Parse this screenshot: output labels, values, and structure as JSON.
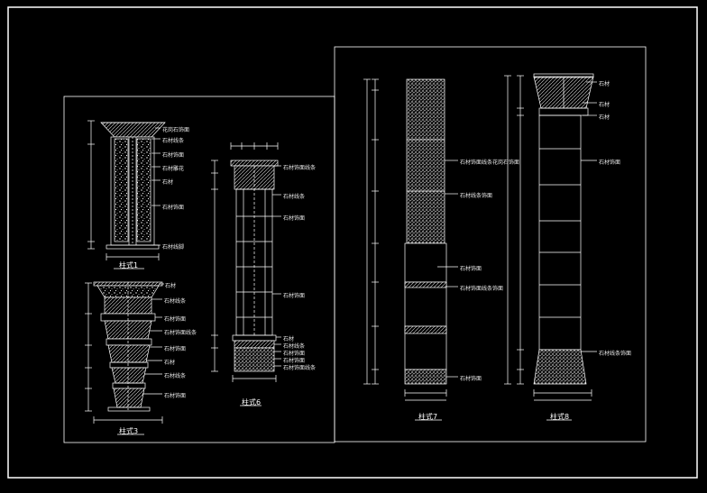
{
  "drawing": {
    "captions": {
      "col1": "柱式1",
      "col3": "柱式3",
      "col6": "柱式6",
      "col7": "柱式7",
      "col8": "柱式8"
    },
    "notes": {
      "col1": [
        "花岗石饰面",
        "石材线条",
        "石材饰面",
        "石材雕花",
        "石材",
        "石材饰面",
        "石材线脚"
      ],
      "col3": [
        "石材",
        "石材线条",
        "石材饰面",
        "石材饰面线条",
        "石材饰面",
        "石材",
        "石材线条",
        "石材饰面"
      ],
      "col6": [
        "石材饰面线条",
        "石材线条",
        "石材饰面",
        "石材饰面",
        "石材",
        "石材线条",
        "石材饰面",
        "石材饰面",
        "石材饰面线条"
      ],
      "col7": [
        "石材饰面线条花岗石饰面",
        "石材线条饰面",
        "石材饰面",
        "石材饰面线条饰面",
        "石材饰面"
      ],
      "col8": [
        "石材",
        "石材",
        "石材",
        "石材饰面",
        "石材线条饰面"
      ]
    }
  }
}
